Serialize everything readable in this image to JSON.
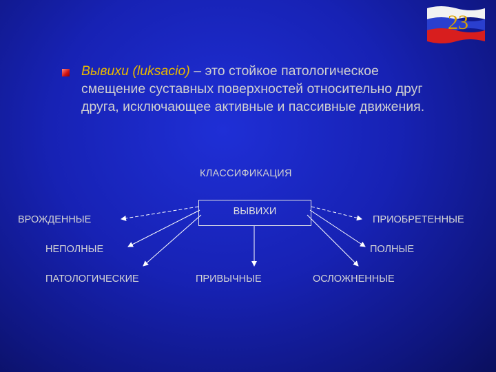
{
  "slide_number": "23",
  "definition": {
    "term": "Вывихи (luksacio)",
    "lines": [
      " – это стойкое патологическое",
      "смещение суставных поверхностей относительно друг",
      "друга, исключающее активные и пассивные движения."
    ]
  },
  "diagram": {
    "title": "КЛАССИФИКАЦИЯ",
    "center": "ВЫВИХИ",
    "left": [
      "ВРОЖДЕННЫЕ",
      "НЕПОЛНЫЕ",
      "ПАТОЛОГИЧЕСКИЕ"
    ],
    "bottom": "ПРИВЫЧНЫЕ",
    "right": [
      "ПРИОБРЕТЕННЫЕ",
      "ПОЛНЫЕ",
      "ОСЛОЖНЕННЫЕ"
    ]
  },
  "colors": {
    "background": "#1722b4",
    "term": "#e7b800",
    "text": "#d0d0d0",
    "slide_number": "#d8a000"
  }
}
